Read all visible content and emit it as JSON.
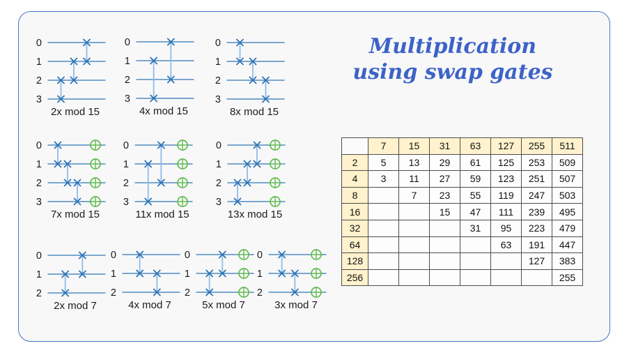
{
  "title": {
    "line1": "Multiplication",
    "line2": "using swap gates"
  },
  "colors": {
    "title_blue": "#3d63c6",
    "frame_blue": "#4573c8",
    "wire_blue": "#2e75b6",
    "connector_blue": "#8fbbe8",
    "not_gate_green": "#5fbb4e",
    "table_header_yellow": "#fff2cc",
    "label_text": "#1a1a1a"
  },
  "circuits": [
    {
      "caption": "2x mod 15",
      "wire_labels": [
        "0",
        "1",
        "2",
        "3"
      ],
      "swaps": [
        [
          2,
          3
        ],
        [
          1,
          2
        ],
        [
          0,
          1
        ]
      ],
      "not_all": false
    },
    {
      "caption": "4x mod 15",
      "wire_labels": [
        "0",
        "1",
        "2",
        "3"
      ],
      "swaps": [
        [
          1,
          3
        ],
        [
          0,
          2
        ]
      ],
      "not_all": false
    },
    {
      "caption": "8x mod 15",
      "wire_labels": [
        "0",
        "1",
        "2",
        "3"
      ],
      "swaps": [
        [
          0,
          1
        ],
        [
          1,
          2
        ],
        [
          2,
          3
        ]
      ],
      "not_all": false
    },
    {
      "caption": "7x mod 15",
      "wire_labels": [
        "0",
        "1",
        "2",
        "3"
      ],
      "swaps": [
        [
          0,
          1
        ],
        [
          1,
          2
        ],
        [
          2,
          3
        ]
      ],
      "not_all": true
    },
    {
      "caption": "11x mod 15",
      "wire_labels": [
        "0",
        "1",
        "2",
        "3"
      ],
      "swaps": [
        [
          1,
          3
        ],
        [
          0,
          2
        ]
      ],
      "not_all": true
    },
    {
      "caption": "13x mod 15",
      "wire_labels": [
        "0",
        "1",
        "2",
        "3"
      ],
      "swaps": [
        [
          2,
          3
        ],
        [
          1,
          2
        ],
        [
          0,
          1
        ]
      ],
      "not_all": true
    },
    {
      "caption": "2x mod 7",
      "wire_labels": [
        "0",
        "1",
        "2"
      ],
      "swaps": [
        [
          1,
          2
        ],
        [
          0,
          1
        ]
      ],
      "not_all": false
    },
    {
      "caption": "4x mod 7",
      "wire_labels": [
        "0",
        "1",
        "2"
      ],
      "swaps": [
        [
          0,
          1
        ],
        [
          1,
          2
        ]
      ],
      "not_all": false
    },
    {
      "caption": "5x mod 7",
      "wire_labels": [
        "0",
        "1",
        "2"
      ],
      "swaps": [
        [
          1,
          2
        ],
        [
          0,
          1
        ]
      ],
      "not_all": true
    },
    {
      "caption": "3x mod 7",
      "wire_labels": [
        "0",
        "1",
        "2"
      ],
      "swaps": [
        [
          0,
          1
        ],
        [
          1,
          2
        ]
      ],
      "not_all": true
    }
  ],
  "table": {
    "corner": "",
    "col_headers": [
      "7",
      "15",
      "31",
      "63",
      "127",
      "255",
      "511"
    ],
    "rows": [
      {
        "header": "2",
        "cells": [
          "5",
          "13",
          "29",
          "61",
          "125",
          "253",
          "509"
        ]
      },
      {
        "header": "4",
        "cells": [
          "3",
          "11",
          "27",
          "59",
          "123",
          "251",
          "507"
        ]
      },
      {
        "header": "8",
        "cells": [
          "",
          "7",
          "23",
          "55",
          "119",
          "247",
          "503"
        ]
      },
      {
        "header": "16",
        "cells": [
          "",
          "",
          "15",
          "47",
          "111",
          "239",
          "495"
        ]
      },
      {
        "header": "32",
        "cells": [
          "",
          "",
          "",
          "31",
          "95",
          "223",
          "479"
        ]
      },
      {
        "header": "64",
        "cells": [
          "",
          "",
          "",
          "",
          "63",
          "191",
          "447"
        ]
      },
      {
        "header": "128",
        "cells": [
          "",
          "",
          "",
          "",
          "",
          "127",
          "383"
        ]
      },
      {
        "header": "256",
        "cells": [
          "",
          "",
          "",
          "",
          "",
          "",
          "255"
        ]
      }
    ]
  }
}
